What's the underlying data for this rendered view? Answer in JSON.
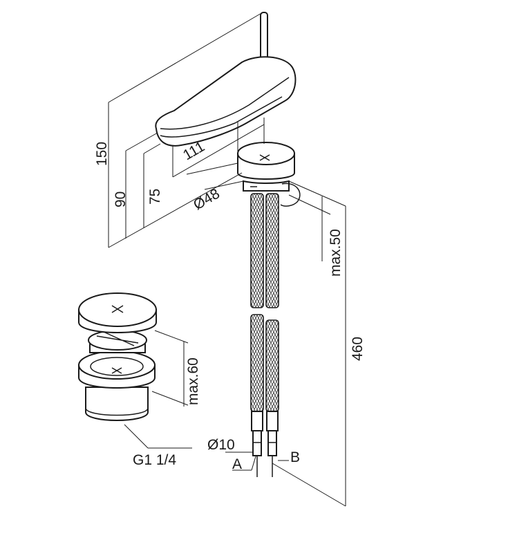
{
  "dimensions": {
    "height_total": "150",
    "spout_height": "90",
    "base_height": "75",
    "spout_reach": "111",
    "base_diameter": "Ø48",
    "deck_thickness": "max.50",
    "hose_length": "460",
    "hose_diameter": "Ø10",
    "waste_height": "max.60",
    "waste_thread": "G1 1/4"
  },
  "connections": {
    "a_label": "A",
    "b_label": "B"
  },
  "colors": {
    "line": "#1a1a1a",
    "background": "#ffffff"
  }
}
